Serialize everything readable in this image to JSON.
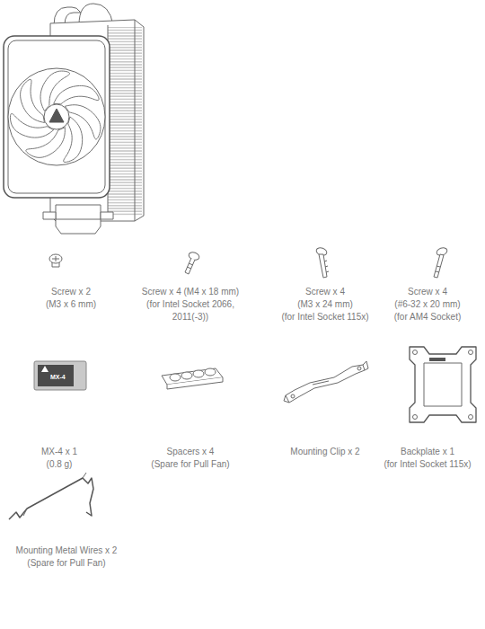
{
  "diagram": {
    "labels": [
      "Screw x 2",
      "(M3 x 6 mm)",
      "Screw  x 4 (M4 x 18 mm)",
      "(for Intel Socket 2066, 2011(-3))",
      "Screw x 4",
      "(M3 x 24 mm)",
      "(for Intel Socket 115x)",
      "Screw x 4",
      "(#6-32 x 20 mm)",
      "(for AM4 Socket)",
      "MX-4",
      "MX-4 x 1",
      "(0.8 g)",
      "Spacers x 4",
      "(Spare for Pull Fan)",
      "Mounting Clip x 2",
      "Backplate x 1",
      "(for Intel Socket 115x)",
      "Mounting Metal Wires x 2",
      "(Spare for Pull Fan)"
    ]
  }
}
